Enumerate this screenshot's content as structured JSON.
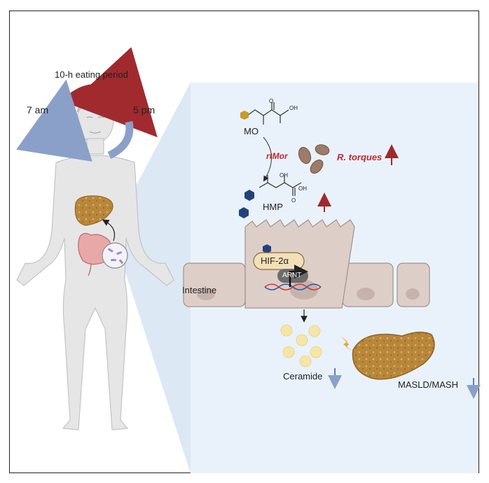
{
  "labels": {
    "eating_period": "10-h eating period",
    "time_start": "7 am",
    "time_end": "5 pm",
    "mo": "MO",
    "enzyme": "rtMor",
    "bacterium": "R. torques",
    "hmp": "HMP",
    "hif": "HIF-2α",
    "arnt": "ARNT",
    "intestine": "Intestine",
    "ceramide": "Ceramide",
    "disease": "MASLD/MASH",
    "oh_top": "OH",
    "oh_hmp_top": "OH",
    "oh_hmp_right": "OH",
    "o_top": "O",
    "o_hmp": "O"
  },
  "colors": {
    "arrow_red": "#a12a2f",
    "arrow_blue": "#8aa0c8",
    "panel_bg": "#e9f2fb",
    "liver": "#b9873a",
    "ceramide": "#f5e6a8",
    "lightning": "#f1a11d",
    "down_arrow": "#5b7bbf",
    "up_arrow": "#a12a2f",
    "text_red": "#c0282d"
  }
}
